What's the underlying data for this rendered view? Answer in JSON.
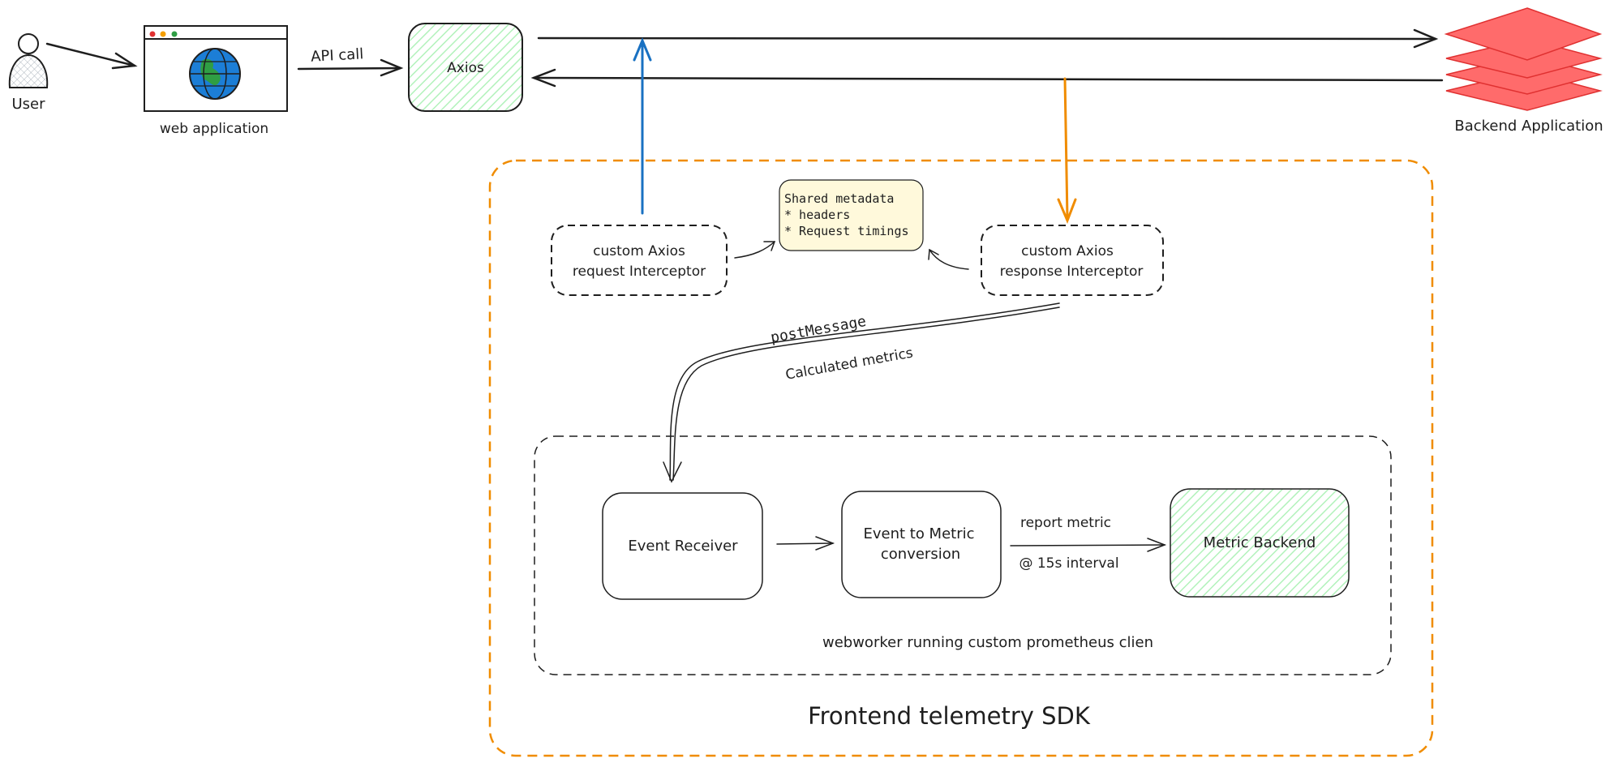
{
  "colors": {
    "ink": "#1e1e1e",
    "sdk_border": "#f08c00",
    "request_arrow": "#1971c2",
    "response_arrow": "#f08c00",
    "green_fill": "#b2f2bb",
    "backend_fill": "#ff6b6b",
    "backend_stroke": "#e03131",
    "globe": "#1c7ed6",
    "land": "#2f9e44",
    "note_fill": "#fff9db"
  },
  "icons": {
    "user": "person-icon",
    "web_app": "browser-window-icon",
    "globe": "globe-icon",
    "backend": "stacked-layers-icon"
  },
  "nodes": {
    "user_label": "User",
    "web_app_label": "web application",
    "axios_label": "Axios",
    "backend_label": "Backend Application",
    "request_interceptor": [
      "custom Axios",
      "request Interceptor"
    ],
    "response_interceptor": [
      "custom Axios",
      "response Interceptor"
    ],
    "shared_metadata": [
      "Shared metadata",
      "* headers",
      "* Request timings"
    ],
    "event_receiver": "Event Receiver",
    "event_to_metric": [
      "Event to Metric",
      "conversion"
    ],
    "metric_backend": "Metric Backend"
  },
  "edges": {
    "api_call": "API call",
    "post_message": "postMessage",
    "calculated_metrics": "Calculated metrics",
    "report_metric": "report metric",
    "interval": "@ 15s interval"
  },
  "groups": {
    "webworker": "webworker running custom prometheus clien",
    "sdk": "Frontend telemetry SDK"
  }
}
